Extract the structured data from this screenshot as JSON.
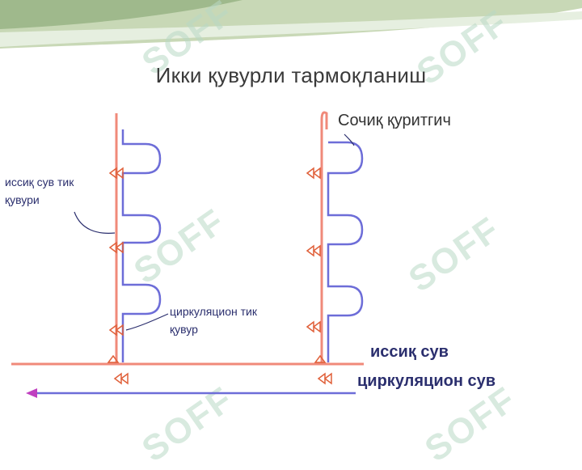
{
  "title": "Икки қувурли тармоқланиш",
  "labels": {
    "hot_riser": [
      "иссиқ сув тик",
      "қувури"
    ],
    "circ_riser": [
      "циркуляцион тик",
      "қувур"
    ],
    "towel_dryer": "Сочиқ қуритгич",
    "hot_water": "иссиқ сув",
    "circ_water": "циркуляцион сув"
  },
  "watermark": "SOFF",
  "colors": {
    "hot_pipe": "#f08a7a",
    "circ_pipe": "#6d6dd8",
    "valve": "#e0603a",
    "arrow": "#c040c0",
    "banner_green": "#a8c48a"
  }
}
